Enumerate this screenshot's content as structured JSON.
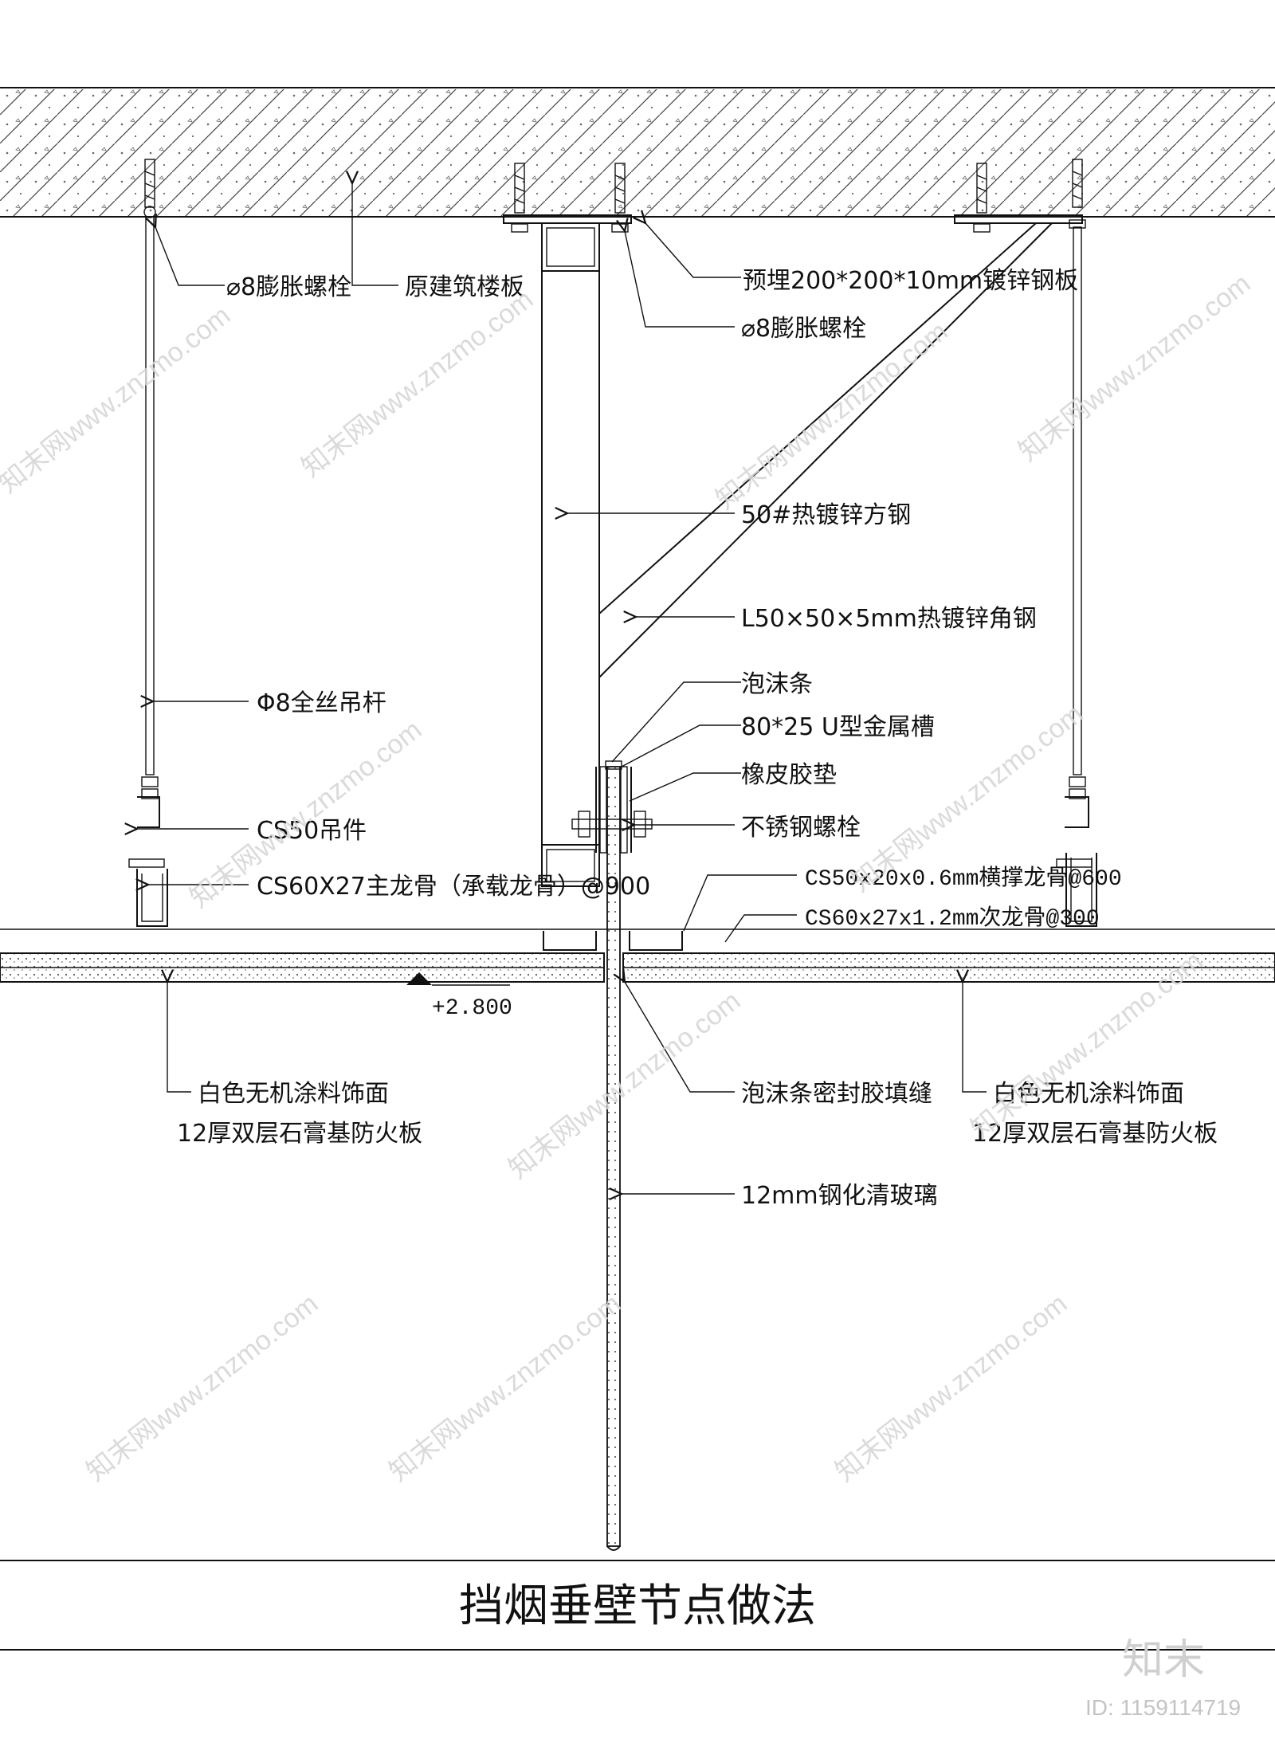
{
  "title": "挡烟垂壁节点做法",
  "elevation": "+2.800",
  "labels": {
    "bolt_left": "⌀8膨胀螺栓",
    "slab": "原建筑楼板",
    "embed_plate": "预埋200*200*10mm镀锌钢板",
    "bolt_center": "⌀8膨胀螺栓",
    "square_steel": "50#热镀锌方钢",
    "angle_steel": "L50×50×5mm热镀锌角钢",
    "hanger_rod": "Φ8全丝吊杆",
    "foam_strip": "泡沫条",
    "u_channel": "80*25 U型金属槽",
    "rubber_pad": "橡皮胶垫",
    "hanger": "CS50吊件",
    "ss_bolt": "不锈钢螺栓",
    "main_keel": "CS60X27主龙骨（承载龙骨）@900",
    "cross_keel": "CS50x20x0.6mm横撑龙骨@600",
    "sub_keel": "CS60x27x1.2mm次龙骨@300",
    "finish_left_1": "白色无机涂料饰面",
    "finish_left_2": "12厚双层石膏基防火板",
    "sealant": "泡沫条密封胶填缝",
    "finish_right_1": "白色无机涂料饰面",
    "finish_right_2": "12厚双层石膏基防火板",
    "glass": "12mm钢化清玻璃"
  },
  "watermark": {
    "text": "知末网www.znzmo.com",
    "brand": "知末",
    "id_text": "ID: 1159114719"
  },
  "colors": {
    "line": "#111111",
    "hatch": "#444444",
    "watermark": "#d6d6d6"
  }
}
